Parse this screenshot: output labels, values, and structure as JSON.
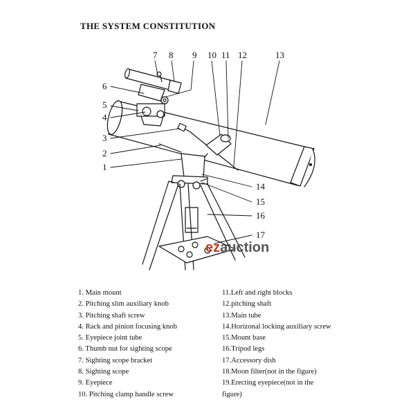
{
  "title": "THE SYSTEM CONSTITUTION",
  "callouts": [
    "1",
    "2",
    "3",
    "4",
    "5",
    "6",
    "7",
    "8",
    "9",
    "10",
    "11",
    "12",
    "13",
    "14",
    "15",
    "16",
    "17"
  ],
  "watermark": {
    "prefix": "ez",
    "suffix": "auction",
    "prefix_color": "#c0392b",
    "suffix_color": "#555555"
  },
  "legend_left": [
    "1. Main mount",
    "2. Pitching slim auxiliary knob",
    "3. Pitching shaft screw",
    "4. Rack and pinion focusing knob",
    "5. Eyepiece joint tube",
    "6. Thumb nut for sighting scope",
    "7. Sighting scope bracket",
    "8. Sighting scope",
    "9. Eyepiece",
    "10. Pitching clamp handle screw"
  ],
  "legend_right": [
    "11.Left and right blocks",
    "12.pitching shaft",
    "13.Main tube",
    "14.Horizonal locking  auxiliary screw",
    "15.Mount base",
    "16.Tripod legs",
    "17.Accessory dish",
    "18.Moon filter(not in the figure)",
    "19.Erecting eyepiece(not in the",
    "figure)"
  ]
}
